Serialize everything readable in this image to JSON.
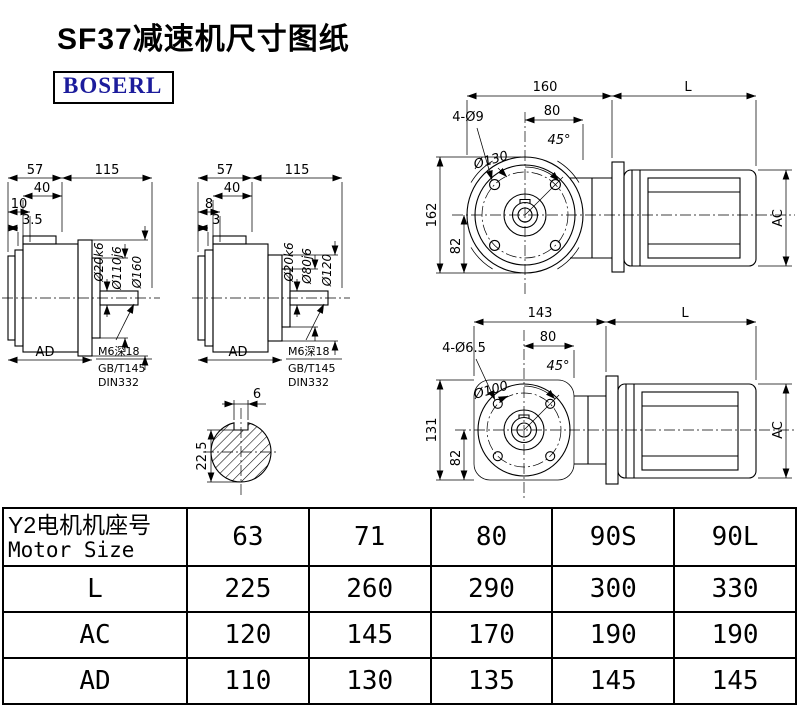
{
  "page": {
    "title": "SF37减速机尺寸图纸",
    "brand": "BOSERL"
  },
  "side_view_a": {
    "dim_57": "57",
    "dim_115": "115",
    "dim_40": "40",
    "dim_10": "10",
    "dim_3_5": "3.5",
    "shaft_dia": "Ø20k6",
    "spigot_dia": "Ø110j6",
    "flange_dia": "Ø160",
    "dim_ad": "AD",
    "note_line1": "M6深18",
    "note_line2": "GB/T145",
    "note_line3": "DIN332"
  },
  "side_view_b": {
    "dim_57": "57",
    "dim_115": "115",
    "dim_40": "40",
    "dim_8": "8",
    "dim_3": "3",
    "shaft_dia": "Ø20k6",
    "spigot_dia": "Ø80j6",
    "flange_dia": "Ø120",
    "dim_ad": "AD",
    "note_line1": "M6深18",
    "note_line2": "GB/T145",
    "note_line3": "DIN332"
  },
  "front_view_a": {
    "dim_160": "160",
    "dim_l": "L",
    "dim_80": "80",
    "holes": "4-Ø9",
    "angle": "45°",
    "bolt_circle": "Ø130",
    "dim_162": "162",
    "dim_82": "82",
    "dim_ac": "AC"
  },
  "front_view_b": {
    "dim_143": "143",
    "dim_l": "L",
    "dim_80": "80",
    "holes": "4-Ø6.5",
    "angle": "45°",
    "bolt_circle": "Ø100",
    "dim_131": "131",
    "dim_82": "82",
    "dim_ac": "AC"
  },
  "shaft_section": {
    "key_width": "6",
    "dim_height": "22.5"
  },
  "table": {
    "header_cn": "Y2电机机座号",
    "header_en": "Motor Size",
    "sizes": [
      "63",
      "71",
      "80",
      "90S",
      "90L"
    ],
    "rows": [
      {
        "label": "L",
        "values": [
          "225",
          "260",
          "290",
          "300",
          "330"
        ]
      },
      {
        "label": "AC",
        "values": [
          "120",
          "145",
          "170",
          "190",
          "190"
        ]
      },
      {
        "label": "AD",
        "values": [
          "110",
          "130",
          "135",
          "145",
          "145"
        ]
      }
    ]
  }
}
